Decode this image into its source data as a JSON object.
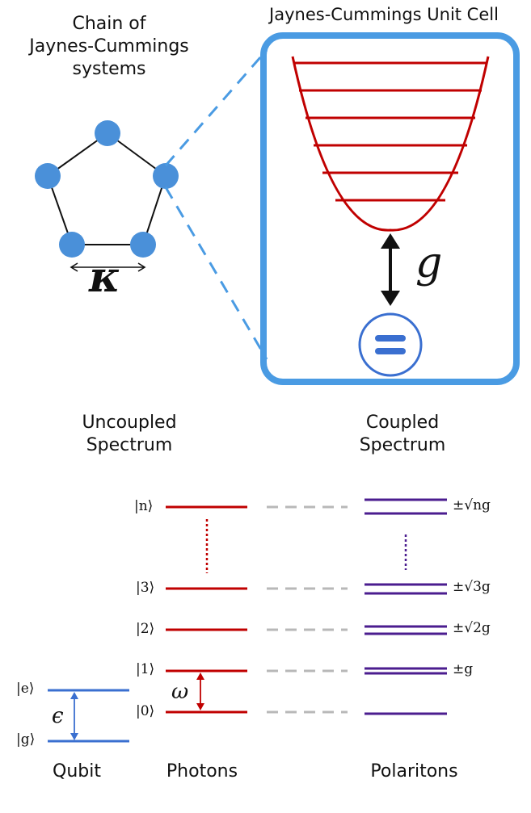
{
  "top_left": {
    "title_line1": "Chain of",
    "title_line2": "Jaynes-Cummings",
    "title_line3": "systems",
    "coupling_symbol": "κ"
  },
  "top_right": {
    "title": "Jaynes-Cummings Unit Cell",
    "coupling_symbol": "g",
    "qubit_symbol": "="
  },
  "spectra": {
    "uncoupled_line1": "Uncoupled",
    "uncoupled_line2": "Spectrum",
    "coupled_line1": "Coupled",
    "coupled_line2": "Spectrum"
  },
  "levels": {
    "n": "|n⟩",
    "three": "|3⟩",
    "two": "|2⟩",
    "one": "|1⟩",
    "zero": "|0⟩",
    "e": "|e⟩",
    "g": "|g⟩"
  },
  "splittings": {
    "n": "±√ng",
    "three": "±√3g",
    "two": "±√2g",
    "one": "±g"
  },
  "symbols": {
    "omega": "ω",
    "epsilon": "ϵ"
  },
  "bottom_labels": {
    "qubit": "Qubit",
    "photons": "Photons",
    "polaritons": "Polaritons"
  },
  "colors": {
    "node_blue": "#4a90d9",
    "frame_blue": "#4a9be3",
    "photon_red": "#c00000",
    "polariton_purple": "#4b1d8f",
    "qubit_blue": "#3a6fd0",
    "dashed_gray": "#b8b8b8"
  }
}
